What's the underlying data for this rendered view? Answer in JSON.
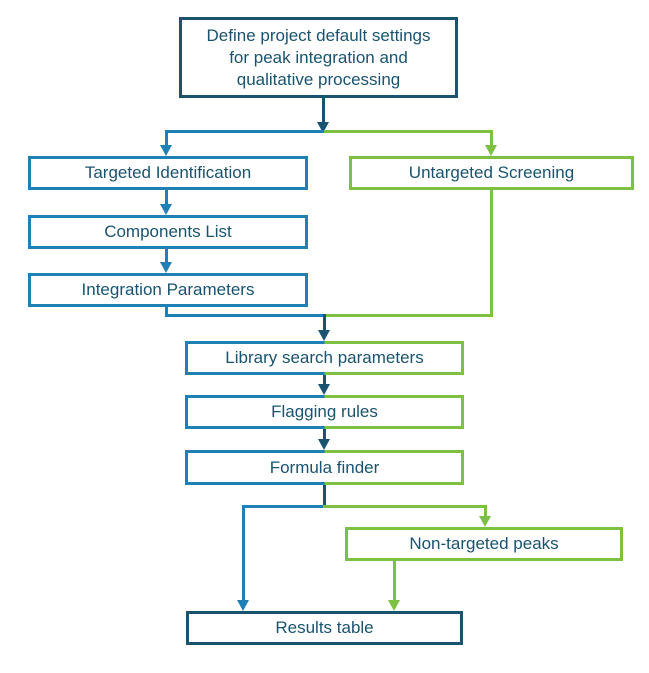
{
  "colors": {
    "dark": "#19536F",
    "blue": "#1F80B5",
    "green": "#7CC142",
    "bg": "#FFFFFF"
  },
  "flowchart": {
    "nodes": {
      "define": {
        "label": "Define project default settings for peak integration and qualitative processing",
        "border": "dark"
      },
      "targeted": {
        "label": "Targeted Identification",
        "border": "blue"
      },
      "untargeted": {
        "label": "Untargeted Screening",
        "border": "green"
      },
      "components": {
        "label": "Components List",
        "border": "blue"
      },
      "integration": {
        "label": "Integration Parameters",
        "border": "blue"
      },
      "library": {
        "label": "Library search parameters",
        "border": "blue-green-split"
      },
      "flagging": {
        "label": "Flagging rules",
        "border": "blue-green-split"
      },
      "formula": {
        "label": "Formula finder",
        "border": "blue-green-split"
      },
      "nontargeted": {
        "label": "Non-targeted peaks",
        "border": "green"
      },
      "results": {
        "label": "Results table",
        "border": "dark"
      }
    },
    "edges": [
      {
        "from": "define",
        "to": "targeted",
        "color": "dark-then-blue"
      },
      {
        "from": "define",
        "to": "untargeted",
        "color": "dark-then-green"
      },
      {
        "from": "targeted",
        "to": "components",
        "color": "blue"
      },
      {
        "from": "components",
        "to": "integration",
        "color": "blue"
      },
      {
        "from": "integration",
        "to": "library",
        "color": "blue-then-dark"
      },
      {
        "from": "untargeted",
        "to": "library",
        "color": "green-then-dark"
      },
      {
        "from": "library",
        "to": "flagging",
        "color": "dark"
      },
      {
        "from": "flagging",
        "to": "formula",
        "color": "dark"
      },
      {
        "from": "formula",
        "to": "results",
        "color": "dark-then-blue"
      },
      {
        "from": "formula",
        "to": "nontargeted",
        "color": "dark-then-green"
      },
      {
        "from": "nontargeted",
        "to": "results",
        "color": "green"
      }
    ]
  }
}
